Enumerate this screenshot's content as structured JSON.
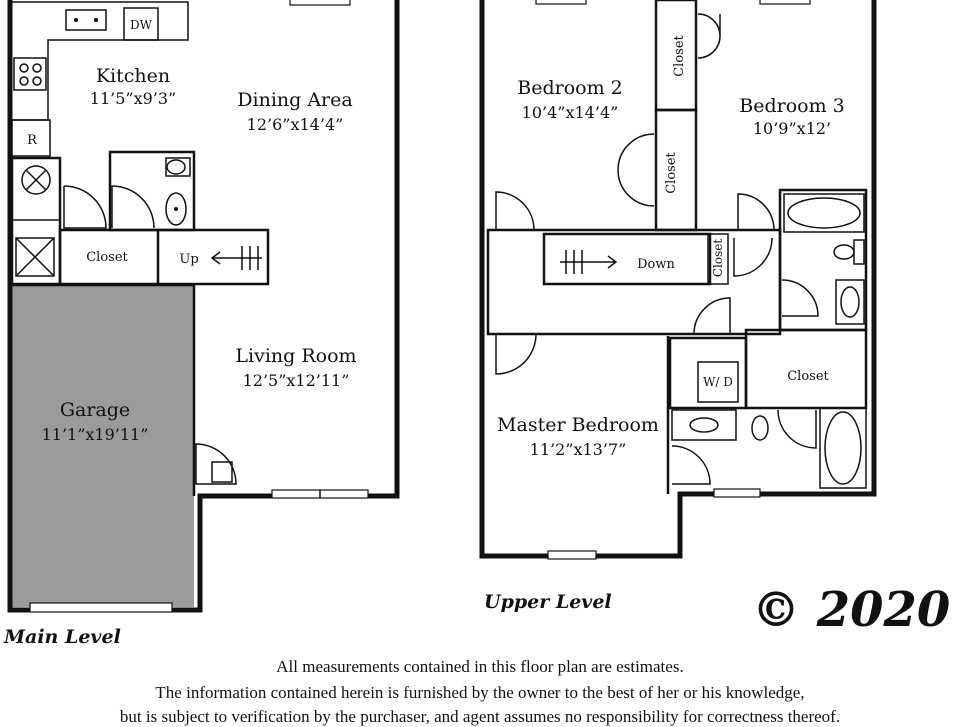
{
  "main_level": {
    "title": "Main Level",
    "rooms": {
      "kitchen": {
        "name": "Kitchen",
        "dims": "11’5”x9’3”"
      },
      "dining": {
        "name": "Dining Area",
        "dims": "12’6”x14’4”"
      },
      "living": {
        "name": "Living Room",
        "dims": "12’5”x12’11”"
      },
      "garage": {
        "name": "Garage",
        "dims": "11’1”x19’11”"
      }
    },
    "labels": {
      "closet": "Closet",
      "up": "Up",
      "dw": "DW",
      "r": "R"
    }
  },
  "upper_level": {
    "title": "Upper Level",
    "rooms": {
      "bedroom2": {
        "name": "Bedroom 2",
        "dims": "10’4”x14’4”"
      },
      "bedroom3": {
        "name": "Bedroom 3",
        "dims": "10’9”x12’"
      },
      "master": {
        "name": "Master Bedroom",
        "dims": "11’2”x13’7”"
      }
    },
    "labels": {
      "closet": "Closet",
      "down": "Down",
      "wd": "W/ D"
    }
  },
  "copyright": "© 2020",
  "disclaimer": [
    "All measurements contained in this floor plan are estimates.",
    "The information contained herein is furnished by the owner to the best of her or his knowledge,",
    "but is subject to verification by the purchaser, and agent assumes no responsibility for correctness thereof."
  ],
  "colors": {
    "garage_fill": "#9b9b9b",
    "wall": "#111111"
  }
}
